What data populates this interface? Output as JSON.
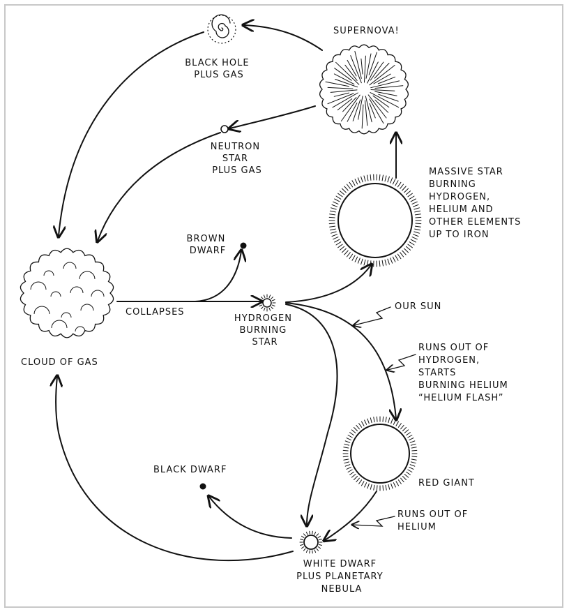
{
  "colors": {
    "ink": "#111111",
    "background": "#ffffff",
    "border": "#c8c8c8"
  },
  "labels": {
    "black_hole": [
      "BLACK HOLE",
      "PLUS GAS"
    ],
    "supernova": [
      "SUPERNOVA!"
    ],
    "neutron_star": [
      "NEUTRON",
      "STAR",
      "PLUS GAS"
    ],
    "massive_star": [
      "MASSIVE STAR",
      "BURNING",
      "HYDROGEN,",
      "HELIUM AND",
      "OTHER ELEMENTS",
      "UP TO IRON"
    ],
    "brown_dwarf": [
      "BROWN",
      "DWARF"
    ],
    "collapses": [
      "COLLAPSES"
    ],
    "hydrogen_star": [
      "HYDROGEN",
      "BURNING",
      "STAR"
    ],
    "our_sun": [
      "OUR SUN"
    ],
    "runs_out_hydrogen": [
      "RUNS OUT OF",
      "HYDROGEN,",
      "STARTS",
      "BURNING HELIUM",
      "“HELIUM FLASH”"
    ],
    "cloud_of_gas": [
      "CLOUD OF GAS"
    ],
    "red_giant": [
      "RED GIANT"
    ],
    "black_dwarf": [
      "BLACK DWARF"
    ],
    "runs_out_helium": [
      "RUNS OUT OF",
      "HELIUM"
    ],
    "white_dwarf": [
      "WHITE DWARF",
      "PLUS PLANETARY",
      "NEBULA"
    ]
  }
}
